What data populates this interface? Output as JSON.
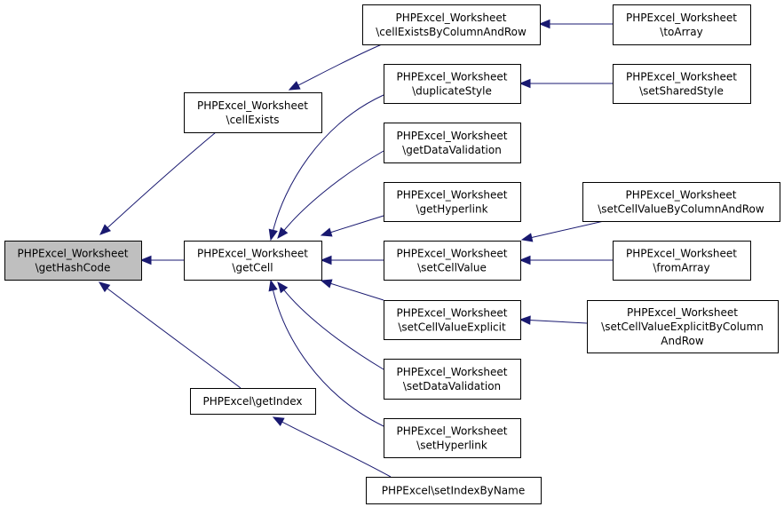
{
  "colors": {
    "edge": "#191970",
    "root_fill": "#bfbfbf",
    "node_fill": "#ffffff",
    "border": "#000000"
  },
  "nodes": [
    {
      "id": "getHashCode",
      "lines": [
        "PHPExcel_Worksheet",
        "\\getHashCode"
      ],
      "root": true
    },
    {
      "id": "cellExists",
      "lines": [
        "PHPExcel_Worksheet",
        "\\cellExists"
      ]
    },
    {
      "id": "getCell",
      "lines": [
        "PHPExcel_Worksheet",
        "\\getCell"
      ]
    },
    {
      "id": "getIndex",
      "lines": [
        "PHPExcel\\getIndex"
      ]
    },
    {
      "id": "cellExistsByColumnAndRow",
      "lines": [
        "PHPExcel_Worksheet",
        "\\cellExistsByColumnAndRow"
      ]
    },
    {
      "id": "duplicateStyle",
      "lines": [
        "PHPExcel_Worksheet",
        "\\duplicateStyle"
      ]
    },
    {
      "id": "getDataValidation",
      "lines": [
        "PHPExcel_Worksheet",
        "\\getDataValidation"
      ]
    },
    {
      "id": "getHyperlink",
      "lines": [
        "PHPExcel_Worksheet",
        "\\getHyperlink"
      ]
    },
    {
      "id": "setCellValue",
      "lines": [
        "PHPExcel_Worksheet",
        "\\setCellValue"
      ]
    },
    {
      "id": "setCellValueExplicit",
      "lines": [
        "PHPExcel_Worksheet",
        "\\setCellValueExplicit"
      ]
    },
    {
      "id": "setDataValidation",
      "lines": [
        "PHPExcel_Worksheet",
        "\\setDataValidation"
      ]
    },
    {
      "id": "setHyperlink",
      "lines": [
        "PHPExcel_Worksheet",
        "\\setHyperlink"
      ]
    },
    {
      "id": "setIndexByName",
      "lines": [
        "PHPExcel\\setIndexByName"
      ]
    },
    {
      "id": "toArray",
      "lines": [
        "PHPExcel_Worksheet",
        "\\toArray"
      ]
    },
    {
      "id": "setSharedStyle",
      "lines": [
        "PHPExcel_Worksheet",
        "\\setSharedStyle"
      ]
    },
    {
      "id": "setCellValueByColumnAndRow",
      "lines": [
        "PHPExcel_Worksheet",
        "\\setCellValueByColumnAndRow"
      ]
    },
    {
      "id": "fromArray",
      "lines": [
        "PHPExcel_Worksheet",
        "\\fromArray"
      ]
    },
    {
      "id": "setCellValueExplicitByColumnAndRow",
      "lines": [
        "PHPExcel_Worksheet",
        "\\setCellValueExplicitByColumn",
        "AndRow"
      ]
    }
  ],
  "edges": [
    {
      "from": "cellExists",
      "to": "getHashCode"
    },
    {
      "from": "getCell",
      "to": "getHashCode"
    },
    {
      "from": "getIndex",
      "to": "getHashCode"
    },
    {
      "from": "cellExistsByColumnAndRow",
      "to": "cellExists"
    },
    {
      "from": "duplicateStyle",
      "to": "getCell"
    },
    {
      "from": "getDataValidation",
      "to": "getCell"
    },
    {
      "from": "getHyperlink",
      "to": "getCell"
    },
    {
      "from": "setCellValue",
      "to": "getCell"
    },
    {
      "from": "setCellValueExplicit",
      "to": "getCell"
    },
    {
      "from": "setDataValidation",
      "to": "getCell"
    },
    {
      "from": "setHyperlink",
      "to": "getCell"
    },
    {
      "from": "setIndexByName",
      "to": "getIndex"
    },
    {
      "from": "toArray",
      "to": "cellExistsByColumnAndRow"
    },
    {
      "from": "setSharedStyle",
      "to": "duplicateStyle"
    },
    {
      "from": "setCellValueByColumnAndRow",
      "to": "setCellValue"
    },
    {
      "from": "fromArray",
      "to": "setCellValue"
    },
    {
      "from": "setCellValueExplicitByColumnAndRow",
      "to": "setCellValueExplicit"
    }
  ]
}
